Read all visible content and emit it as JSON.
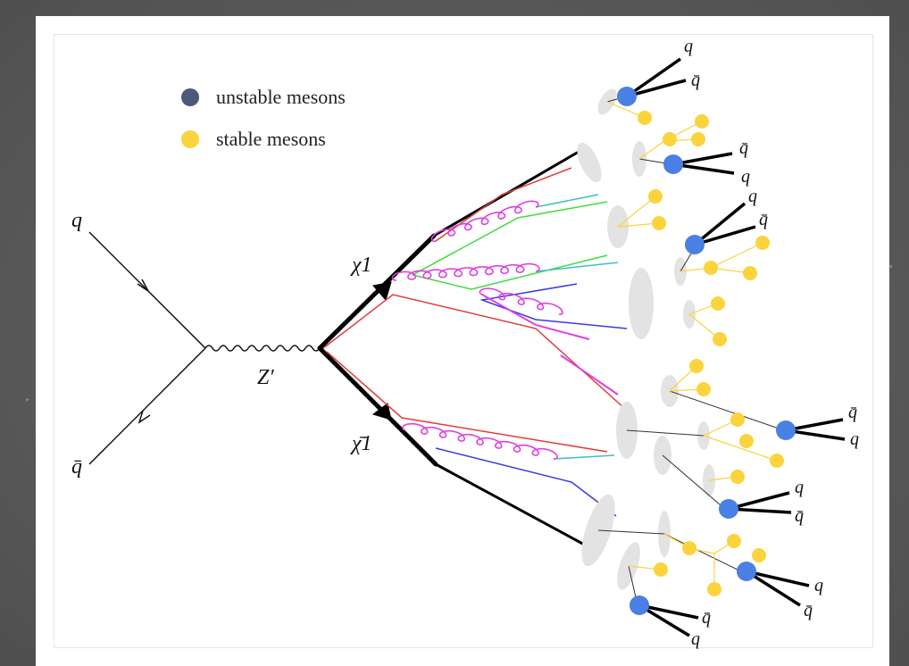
{
  "legend": {
    "unstable_label": "unstable mesons",
    "stable_label": "stable mesons",
    "unstable_color": "#4a5a78",
    "stable_color": "#fbd33c"
  },
  "labels": {
    "q_in": "q",
    "qbar_in": "q̄",
    "zprime": "Z′",
    "chi1": "χ1",
    "chi1_bar": "χ̄1",
    "q": "q",
    "qbar": "q̄"
  },
  "colors": {
    "unstable_blob": "#4a7fe3",
    "stable_blob": "#fbd33c",
    "hadron_blob": "#e3e3e3",
    "gluon": "#e040e0",
    "red_line": "#e23b3b",
    "green_line": "#3fdc3f",
    "blue_line": "#3b3be6",
    "cyan_line": "#3cc1c1"
  }
}
